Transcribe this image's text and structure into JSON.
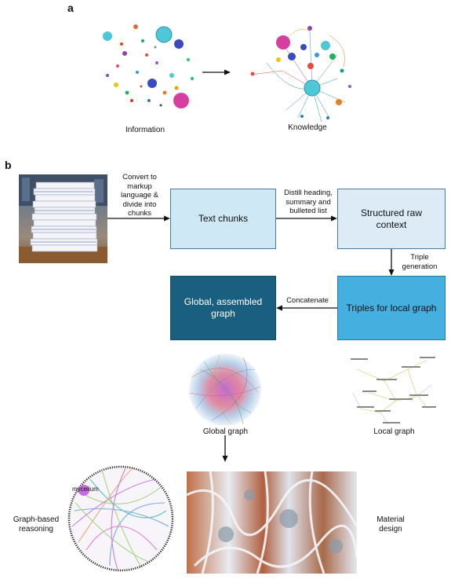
{
  "panel_a": {
    "letter": "a",
    "left_caption": "Information",
    "right_caption": "Knowledge"
  },
  "panel_b": {
    "letter": "b",
    "step_convert": "Convert to markup language & divide into chunks",
    "box_text_chunks": "Text chunks",
    "step_distill": "Distill heading, summary and bulleted list",
    "box_structured": "Structured raw context",
    "step_triple": "Triple generation",
    "box_triples": "Triples for local graph",
    "step_concatenate": "Concatenate",
    "box_global": "Global, assembled graph",
    "global_graph_caption": "Global graph",
    "local_graph_caption": "Local graph",
    "reasoning_caption": "Graph-based reasoning",
    "material_caption": "Material design",
    "reasoning_node_label": "mycelium"
  },
  "colors": {
    "box_light": "#cfe8f5",
    "box_lighter": "#dcebf6",
    "box_mid": "#45b0e0",
    "box_dark": "#1a5f80"
  }
}
